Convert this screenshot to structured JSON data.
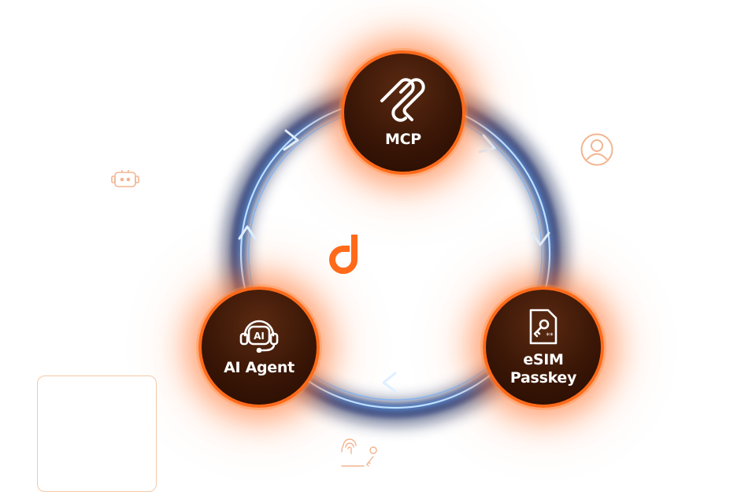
{
  "diagram": {
    "nodes": [
      {
        "id": "mcp",
        "label": "MCP",
        "icon": "mcp-logo-icon"
      },
      {
        "id": "agent",
        "label": "AI Agent",
        "icon": "ai-headset-icon",
        "icon_text": "AI"
      },
      {
        "id": "esim",
        "label": "eSIM\nPasskey",
        "icon": "sim-key-icon"
      }
    ],
    "flow": [
      "mcp",
      "esim",
      "agent",
      "mcp"
    ],
    "center": {
      "icon": "brand-d-logo-icon"
    },
    "decorations": [
      "user-icon",
      "robot-icon",
      "fingerprint-key-icon",
      "blank-card"
    ]
  },
  "colors": {
    "accent": "#ff6a1a",
    "node_fill": "#3a1606",
    "ring_blue": "#3f8cff",
    "ring_glow": "#9fd0ff"
  }
}
